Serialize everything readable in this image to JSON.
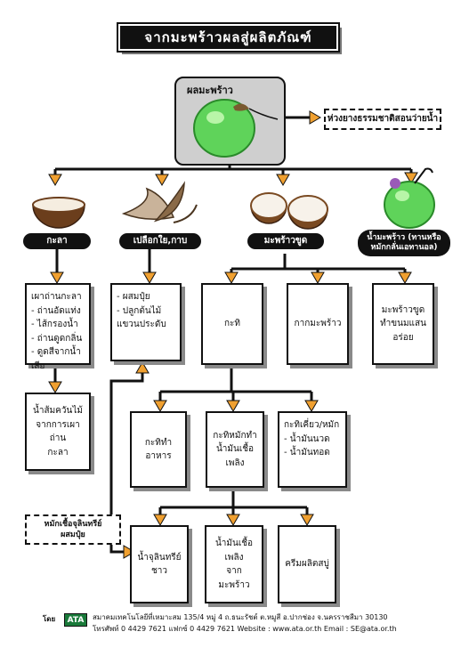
{
  "title": "จากมะพร้าวผลสู่ผลิตภัณฑ์",
  "fruit": {
    "label": "ผลมะพร้าว"
  },
  "note_top": "ห่วงยางธรรมชาติสอนว่ายน้ำ",
  "categories": [
    {
      "label": "กะลา"
    },
    {
      "label": "เปลือกใย,กาบ"
    },
    {
      "label": "มะพร้าวขูด"
    },
    {
      "label": "น้ำมะพร้าว (ทานหรือ\nหมักกลั่นเอทานอล)"
    }
  ],
  "shell_uses": {
    "heading": "เผาถ่านกะลา",
    "items": [
      "ถ่านอัดแท่ง",
      "ไส้กรองน้ำ",
      "ถ่านดูดกลิ่น",
      "ดูดสีจากน้ำเสีย"
    ]
  },
  "fiber_uses": {
    "items": [
      "ผสมปุ๋ย",
      "ปลูกต้นไม้\n  แขวนประดับ"
    ]
  },
  "grated_uses": [
    "กะทิ",
    "กากมะพร้าว"
  ],
  "water_uses": {
    "text": "มะพร้าวขูด\nทำขนมแสน\nอร่อย"
  },
  "vinegar": "น้ำส้มควันไม้\nจากการเผาถ่าน\nกะลา",
  "coconut_milk": {
    "food": "กะทิทำอาหาร",
    "fuel": "กะทิหมักทำ\nน้ำมันเชื้อเพลิง",
    "boil": {
      "heading": "กะทิเคี่ยว/หมัก",
      "items": [
        "น้ำมันนวด",
        "น้ำมันทอด"
      ]
    }
  },
  "fermentation_note": "หมักเชื้อจุลินทรีย์\nผสมปุ๋ย",
  "products": [
    "น้ำจุลินทรีย์ชาว",
    "น้ำมันเชื้อเพลิง\nจากมะพร้าว",
    "ครีมผลิตสบู่"
  ],
  "footer": {
    "by": "โดย",
    "logo": "ATA",
    "line1": "สมาคมเทคโนโลยีที่เหมาะสม   135/4 หมู่ 4 ถ.ธนะรัชต์ ต.หมูสี อ.ปากช่อง จ.นครราชสีมา 30130",
    "line2": "โทรศัพท์  0 4429 7621   แฟกซ์  0 4429 7621   Website : www.ata.or.th   Email : SE@ata.or.th"
  },
  "colors": {
    "arrow": "#f0a030",
    "line": "#111111",
    "coconut_green": "#5fd35a"
  }
}
